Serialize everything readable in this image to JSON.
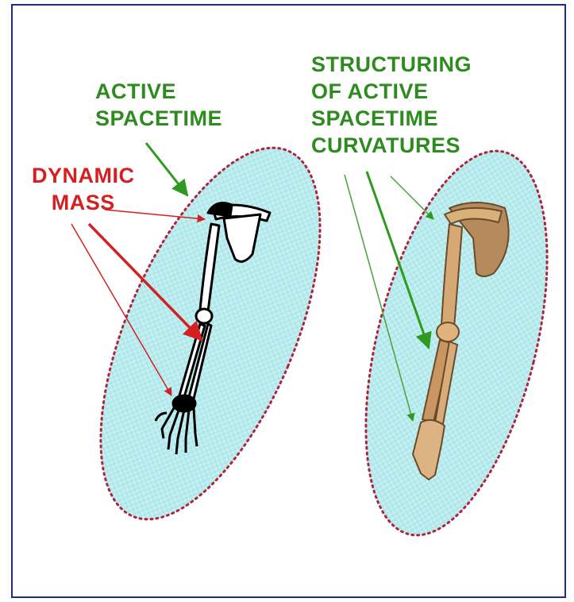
{
  "labels": {
    "active_spacetime": "ACTIVE\nSPACETIME",
    "dynamic_mass": "DYNAMIC\nMASS",
    "structuring": "STRUCTURING\nOF ACTIVE\nSPACETIME\nCURVATURES"
  },
  "colors": {
    "border": "#1f2a8c",
    "green_text": "#2e8b1f",
    "red_text": "#d42020",
    "ellipse_fill": "#bfeef0",
    "ellipse_outline": "#b0243a",
    "bone_tan": "#c8a070"
  }
}
